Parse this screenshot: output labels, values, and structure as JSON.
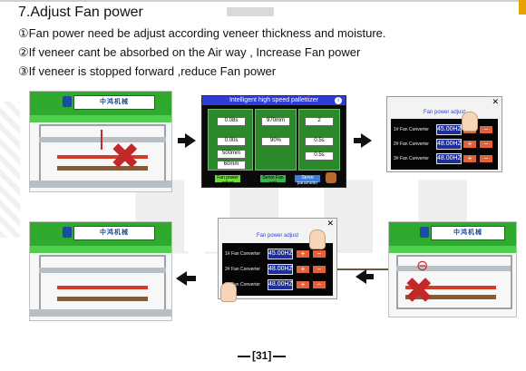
{
  "title": "7.Adjust Fan power",
  "instructions": [
    "①Fan power need be adjust according veneer thickness and moisture.",
    "②If veneer cant be absorbed on the Air way , Increase Fan power",
    "③If veneer is stopped forward ,reduce Fan power"
  ],
  "hmi_main": {
    "title": "Intelligent high speed pallettizer",
    "info_icon": "i",
    "values": [
      "0.08s",
      "970mm",
      "2",
      "0.00s",
      "90%",
      "0.5s",
      "500mm",
      "0.5s",
      "60mm"
    ],
    "buttons": [
      "Fan power adjust",
      "Servo Fan sett",
      "Servo parameter"
    ]
  },
  "fan_power": {
    "title": "Fan power adjust",
    "close": "✕",
    "rows": [
      {
        "label": "1# Fan Converter",
        "value": "45.00HZ"
      },
      {
        "label": "2# Fan Converter",
        "value": "48.00HZ"
      },
      {
        "label": "3# Fan Converter",
        "value": "48.00HZ"
      }
    ],
    "plus": "+",
    "minus": "−"
  },
  "machine_sign": "中鸿机械",
  "mark_x": "✖",
  "mark_circle": "⊖",
  "page_number": "31"
}
